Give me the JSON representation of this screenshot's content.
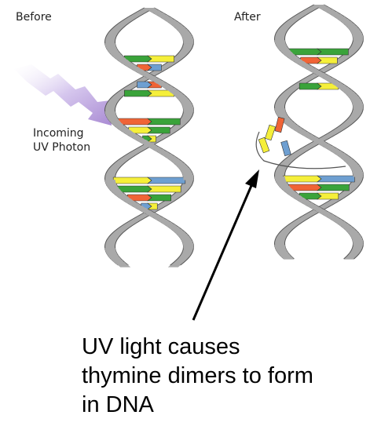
{
  "labels": {
    "before": "Before",
    "after": "After",
    "incoming_line1": "Incoming",
    "incoming_line2": "UV Photon"
  },
  "caption": {
    "line1": "UV light causes",
    "line2": "thymine dimers to form",
    "line3": "in DNA"
  },
  "colors": {
    "backbone": "#a9a9a9",
    "backbone_stroke": "#555555",
    "green": "#3aa33a",
    "yellow": "#f5ef3a",
    "red": "#f06436",
    "blue": "#6e9fd1",
    "photon": "#b89ad8"
  }
}
